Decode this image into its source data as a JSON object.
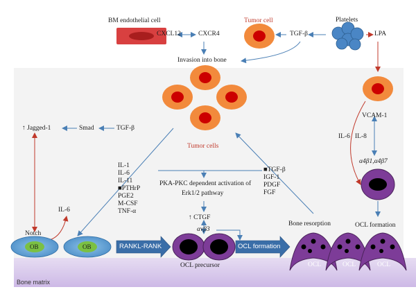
{
  "labels": {
    "bm_endothelial": "BM endothelial cell",
    "tumor_cell": "Tumor cell",
    "platelets": "Platelets",
    "cxcl12": "CXCL12",
    "cxcr4": "CXCR4",
    "tgf_top": "TGF-β",
    "lpa": "LPA",
    "invasion": "Invasion into bone",
    "tumor_cells": "Tumor cells",
    "jagged": "↑ Jagged-1",
    "smad": "Smad",
    "tgf_left": "TGF-β",
    "il6_notch": "IL-6",
    "notch": "Notch",
    "ob": "OB",
    "cytokines": [
      "IL-1",
      "IL-6",
      "IL-11",
      "■PTHrP",
      "PGE2",
      "M-CSF",
      "TNF-α"
    ],
    "growth_factors": [
      "■TGF-β",
      "IGF-1",
      "PDGF",
      "FGF"
    ],
    "pka_line1": "PKA-PKC dependent activation of",
    "pka_line2": "Erk1/2 pathway",
    "ctgf": "↑ CTGF",
    "integrin": "αvβ3",
    "ocl_precursor": "OCL precursor",
    "rankl": "RANKL-RANK",
    "ocl_formation_arrow": "OCL formation",
    "bone_resorption": "Bone resorption",
    "ocl": "OCL",
    "vcam": "VCAM-1",
    "il6_right": "IL-6",
    "il8": "IL-8",
    "integrins_right": "α4β1,α4β7",
    "ocl_formation_right": "OCL formation",
    "bone_matrix": "Bone matrix"
  },
  "colors": {
    "tumor_outer": "#f28a3c",
    "tumor_inner": "#cc0000",
    "platelet": "#4a86c5",
    "endothelial": "#d84040",
    "ob_outer": "#6aa8d8",
    "ob_inner": "#7bc043",
    "ocl_purple": "#7d3c98",
    "blue_arrow": "#2e6da4",
    "bone_matrix": "#d9c9ec"
  }
}
